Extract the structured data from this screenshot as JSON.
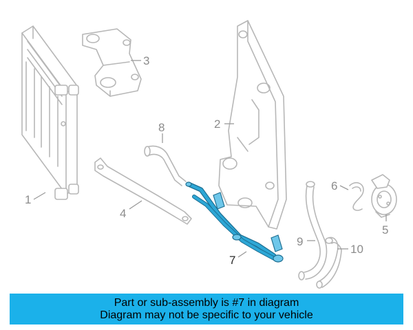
{
  "colors": {
    "highlight_part": "#2da7d6",
    "banner_background": "#1bb1ea",
    "part_outline": "#b7b7b7",
    "callout_text": "#8c8c8c"
  },
  "callouts": {
    "part_1": "1",
    "part_2": "2",
    "part_3": "3",
    "part_4": "4",
    "part_5": "5",
    "part_6": "6",
    "part_7": "7",
    "part_8": "8",
    "part_9": "9",
    "part_10": "10"
  },
  "highlighted_part": "7",
  "banner": {
    "line1": "Part or sub-assembly is #7 in diagram",
    "line2": "Diagram may not be specific to your vehicle"
  }
}
